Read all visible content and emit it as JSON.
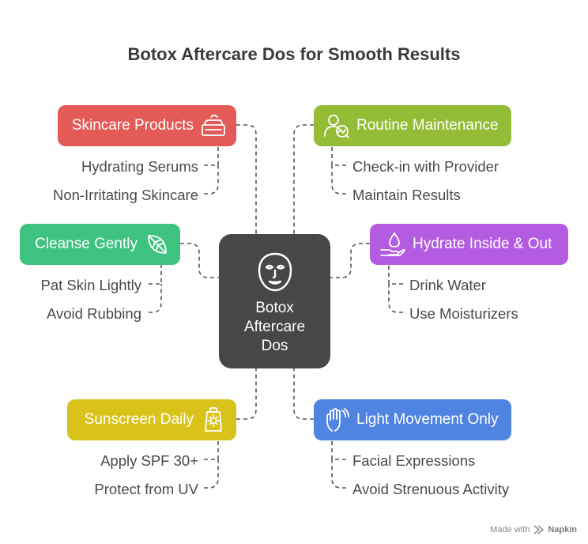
{
  "title": "Botox Aftercare Dos for Smooth Results",
  "center": {
    "label": "Botox\nAftercare\nDos",
    "icon": "face-mask-icon"
  },
  "branches": [
    {
      "id": "skincare",
      "label": "Skincare Products",
      "color": "#e45a57",
      "icon": "cream-jar-icon",
      "items": [
        "Hydrating Serums",
        "Non-Irritating Skincare"
      ]
    },
    {
      "id": "routine",
      "label": "Routine Maintenance",
      "color": "#94bd37",
      "icon": "person-check-icon",
      "items": [
        "Check-in with Provider",
        "Maintain Results"
      ]
    },
    {
      "id": "cleanse",
      "label": "Cleanse Gently",
      "color": "#3ec27f",
      "icon": "leaf-icon",
      "items": [
        "Pat Skin Lightly",
        "Avoid Rubbing"
      ]
    },
    {
      "id": "hydrate",
      "label": "Hydrate Inside & Out",
      "color": "#b35ce2",
      "icon": "water-drop-hand-icon",
      "items": [
        "Drink Water",
        "Use Moisturizers"
      ]
    },
    {
      "id": "sunscreen",
      "label": "Sunscreen Daily",
      "color": "#d9c31b",
      "icon": "sunscreen-tube-icon",
      "items": [
        "Apply SPF 30+",
        "Protect from UV"
      ]
    },
    {
      "id": "movement",
      "label": "Light Movement Only",
      "color": "#4f84e3",
      "icon": "hand-wave-icon",
      "items": [
        "Facial Expressions",
        "Avoid Strenuous Activity"
      ]
    }
  ],
  "footer": {
    "made_with": "Made with",
    "brand": "Napkin"
  }
}
